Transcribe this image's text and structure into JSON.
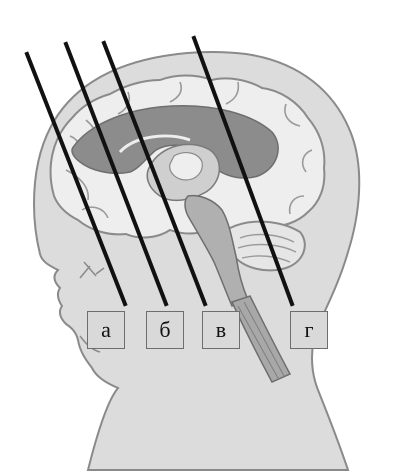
{
  "colors": {
    "head_fill": "#dcdcdc",
    "head_stroke": "#8a8a8a",
    "brain_fill": "#eeeeee",
    "ventricle_fill": "#8c8c8c",
    "cut_lines": "#111111",
    "label_fill": "#d9d9d9"
  },
  "labels": {
    "a": "а",
    "b": "б",
    "v": "в",
    "g": "г"
  }
}
